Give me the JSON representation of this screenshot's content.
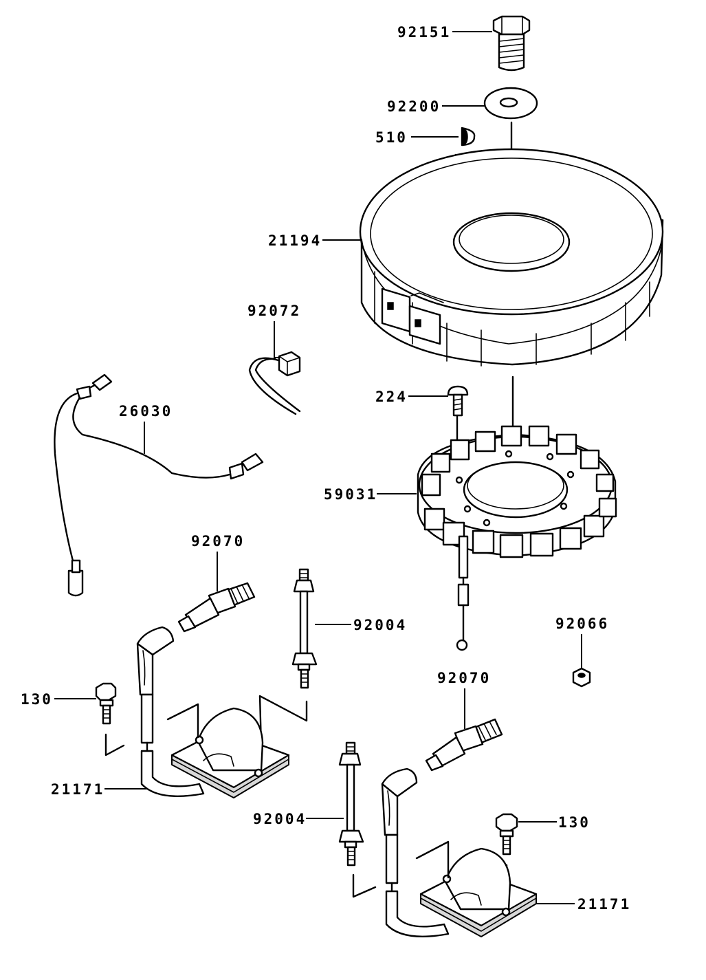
{
  "parts": [
    {
      "id": "p-92151",
      "number": "92151",
      "name": "bolt"
    },
    {
      "id": "p-92200",
      "number": "92200",
      "name": "washer"
    },
    {
      "id": "p-510",
      "number": "510",
      "name": "key"
    },
    {
      "id": "p-21194",
      "number": "21194",
      "name": "flywheel"
    },
    {
      "id": "p-92072",
      "number": "92072",
      "name": "band"
    },
    {
      "id": "p-26030",
      "number": "26030",
      "name": "harness"
    },
    {
      "id": "p-224",
      "number": "224",
      "name": "screw"
    },
    {
      "id": "p-59031",
      "number": "59031",
      "name": "stator-coil"
    },
    {
      "id": "p-92070a",
      "number": "92070",
      "name": "spark-plug"
    },
    {
      "id": "p-92004a",
      "number": "92004",
      "name": "stud"
    },
    {
      "id": "p-92066",
      "number": "92066",
      "name": "nut"
    },
    {
      "id": "p-130a",
      "number": "130",
      "name": "bolt"
    },
    {
      "id": "p-92070b",
      "number": "92070",
      "name": "spark-plug"
    },
    {
      "id": "p-21171a",
      "number": "21171",
      "name": "ignition-coil"
    },
    {
      "id": "p-92004b",
      "number": "92004",
      "name": "stud"
    },
    {
      "id": "p-130b",
      "number": "130",
      "name": "bolt"
    },
    {
      "id": "p-21171b",
      "number": "21171",
      "name": "ignition-coil"
    }
  ]
}
